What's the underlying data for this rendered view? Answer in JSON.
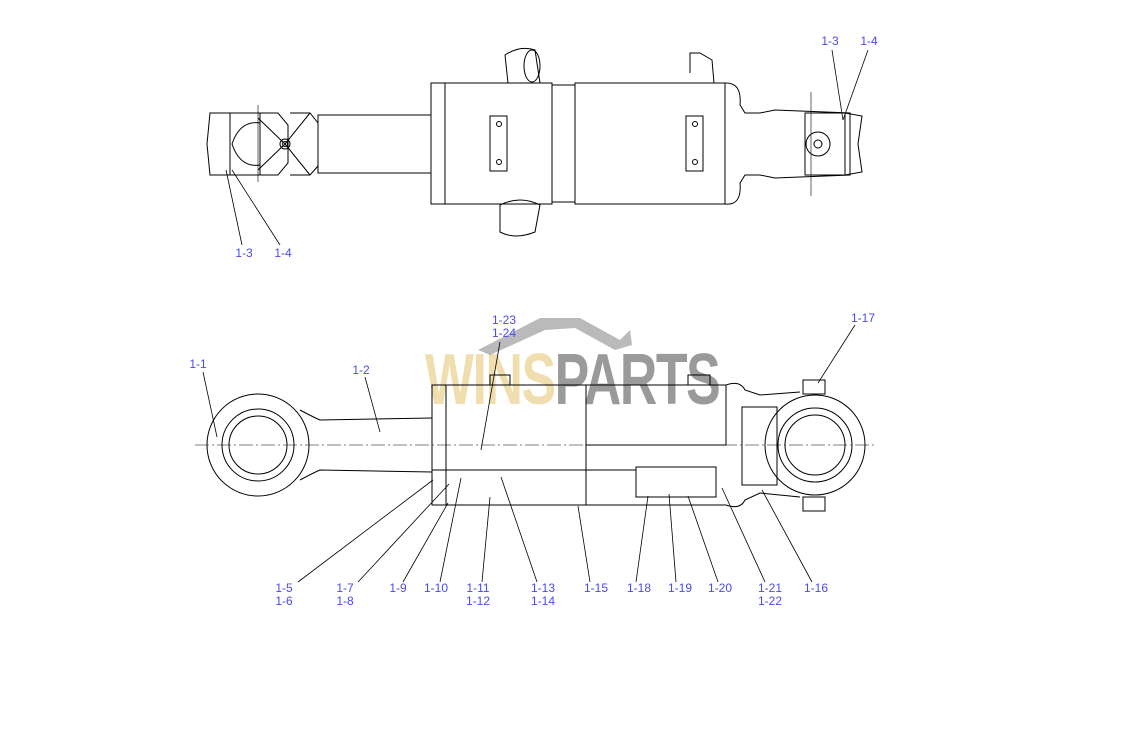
{
  "watermark": {
    "part1": "WINS",
    "part2": "PARTS"
  },
  "top_view_labels": {
    "right_a": "1-3",
    "right_b": "1-4",
    "left_a": "1-3",
    "left_b": "1-4"
  },
  "section_labels": {
    "l1_1": "1-1",
    "l1_2": "1-2",
    "l1_23": "1-23",
    "l1_24": "1-24",
    "l1_17": "1-17",
    "l1_5": "1-5",
    "l1_6": "1-6",
    "l1_7": "1-7",
    "l1_8": "1-8",
    "l1_9": "1-9",
    "l1_10": "1-10",
    "l1_11": "1-11",
    "l1_12": "1-12",
    "l1_13": "1-13",
    "l1_14": "1-14",
    "l1_15": "1-15",
    "l1_18": "1-18",
    "l1_19": "1-19",
    "l1_20": "1-20",
    "l1_21": "1-21",
    "l1_22": "1-22",
    "l1_16": "1-16"
  },
  "colors": {
    "label": "#4a4af0",
    "line": "#000000"
  }
}
